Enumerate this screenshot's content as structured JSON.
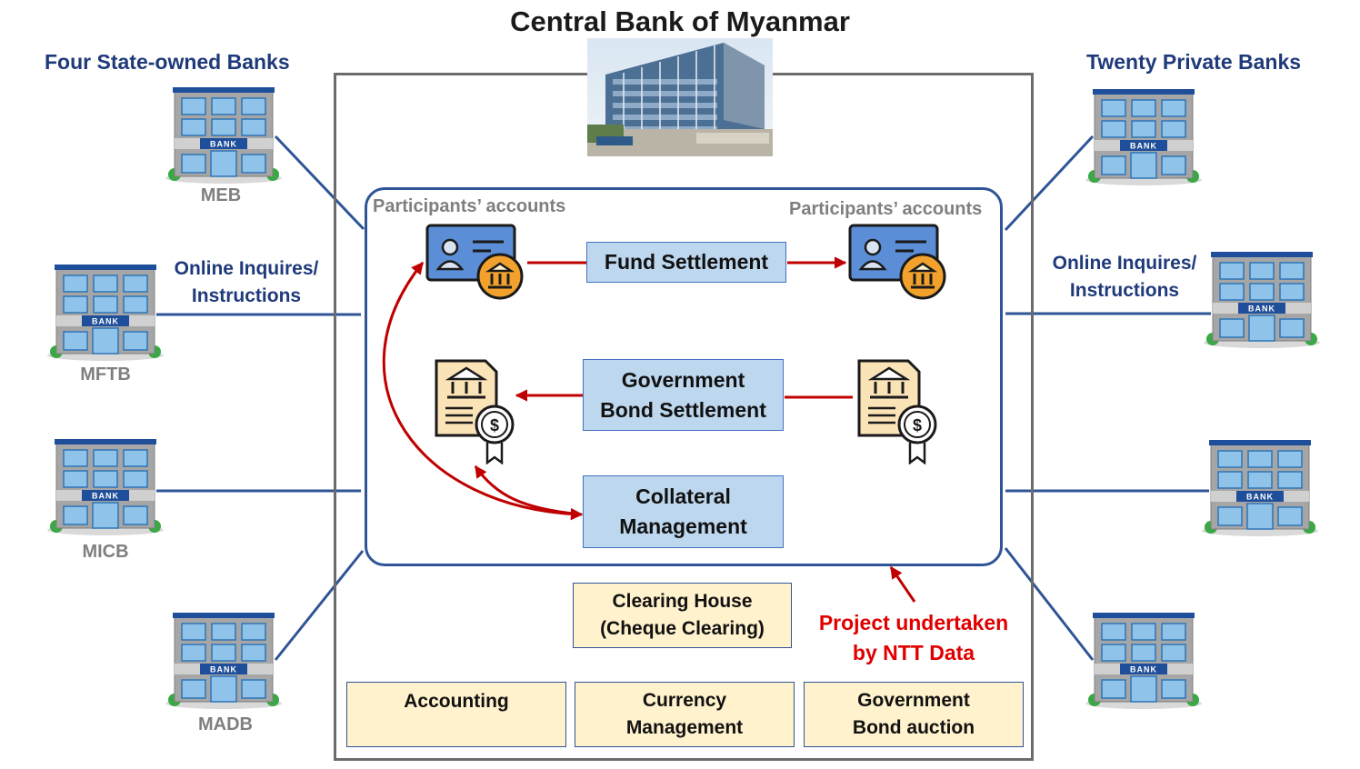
{
  "title": "Central Bank of Myanmar",
  "left_group": {
    "title": "Four State-owned Banks",
    "banks": [
      "MEB",
      "MFTB",
      "MICB",
      "MADB"
    ]
  },
  "right_group": {
    "title": "Twenty Private Banks"
  },
  "online_label": "Online Inquires/\nInstructions",
  "bank_sign": "BANK",
  "participants_accounts": "Participants’ accounts",
  "fund_settlement": "Fund Settlement",
  "gov_bond_settlement": "Government\nBond Settlement",
  "collateral_management": "Collateral\nManagement",
  "clearing_house": "Clearing House\n(Cheque Clearing)",
  "ntt_project": "Project undertaken\nby NTT Data",
  "bottom_modules": [
    "Accounting",
    "Currency\nManagement",
    "Government\nBond auction"
  ],
  "colors": {
    "navy": "#1f3a7a",
    "frame": "#2f5597",
    "arrow_red": "#c00000",
    "ntt_red": "#e00000",
    "box_blue": "#bdd7ee",
    "box_yellow": "#fff2cc"
  }
}
